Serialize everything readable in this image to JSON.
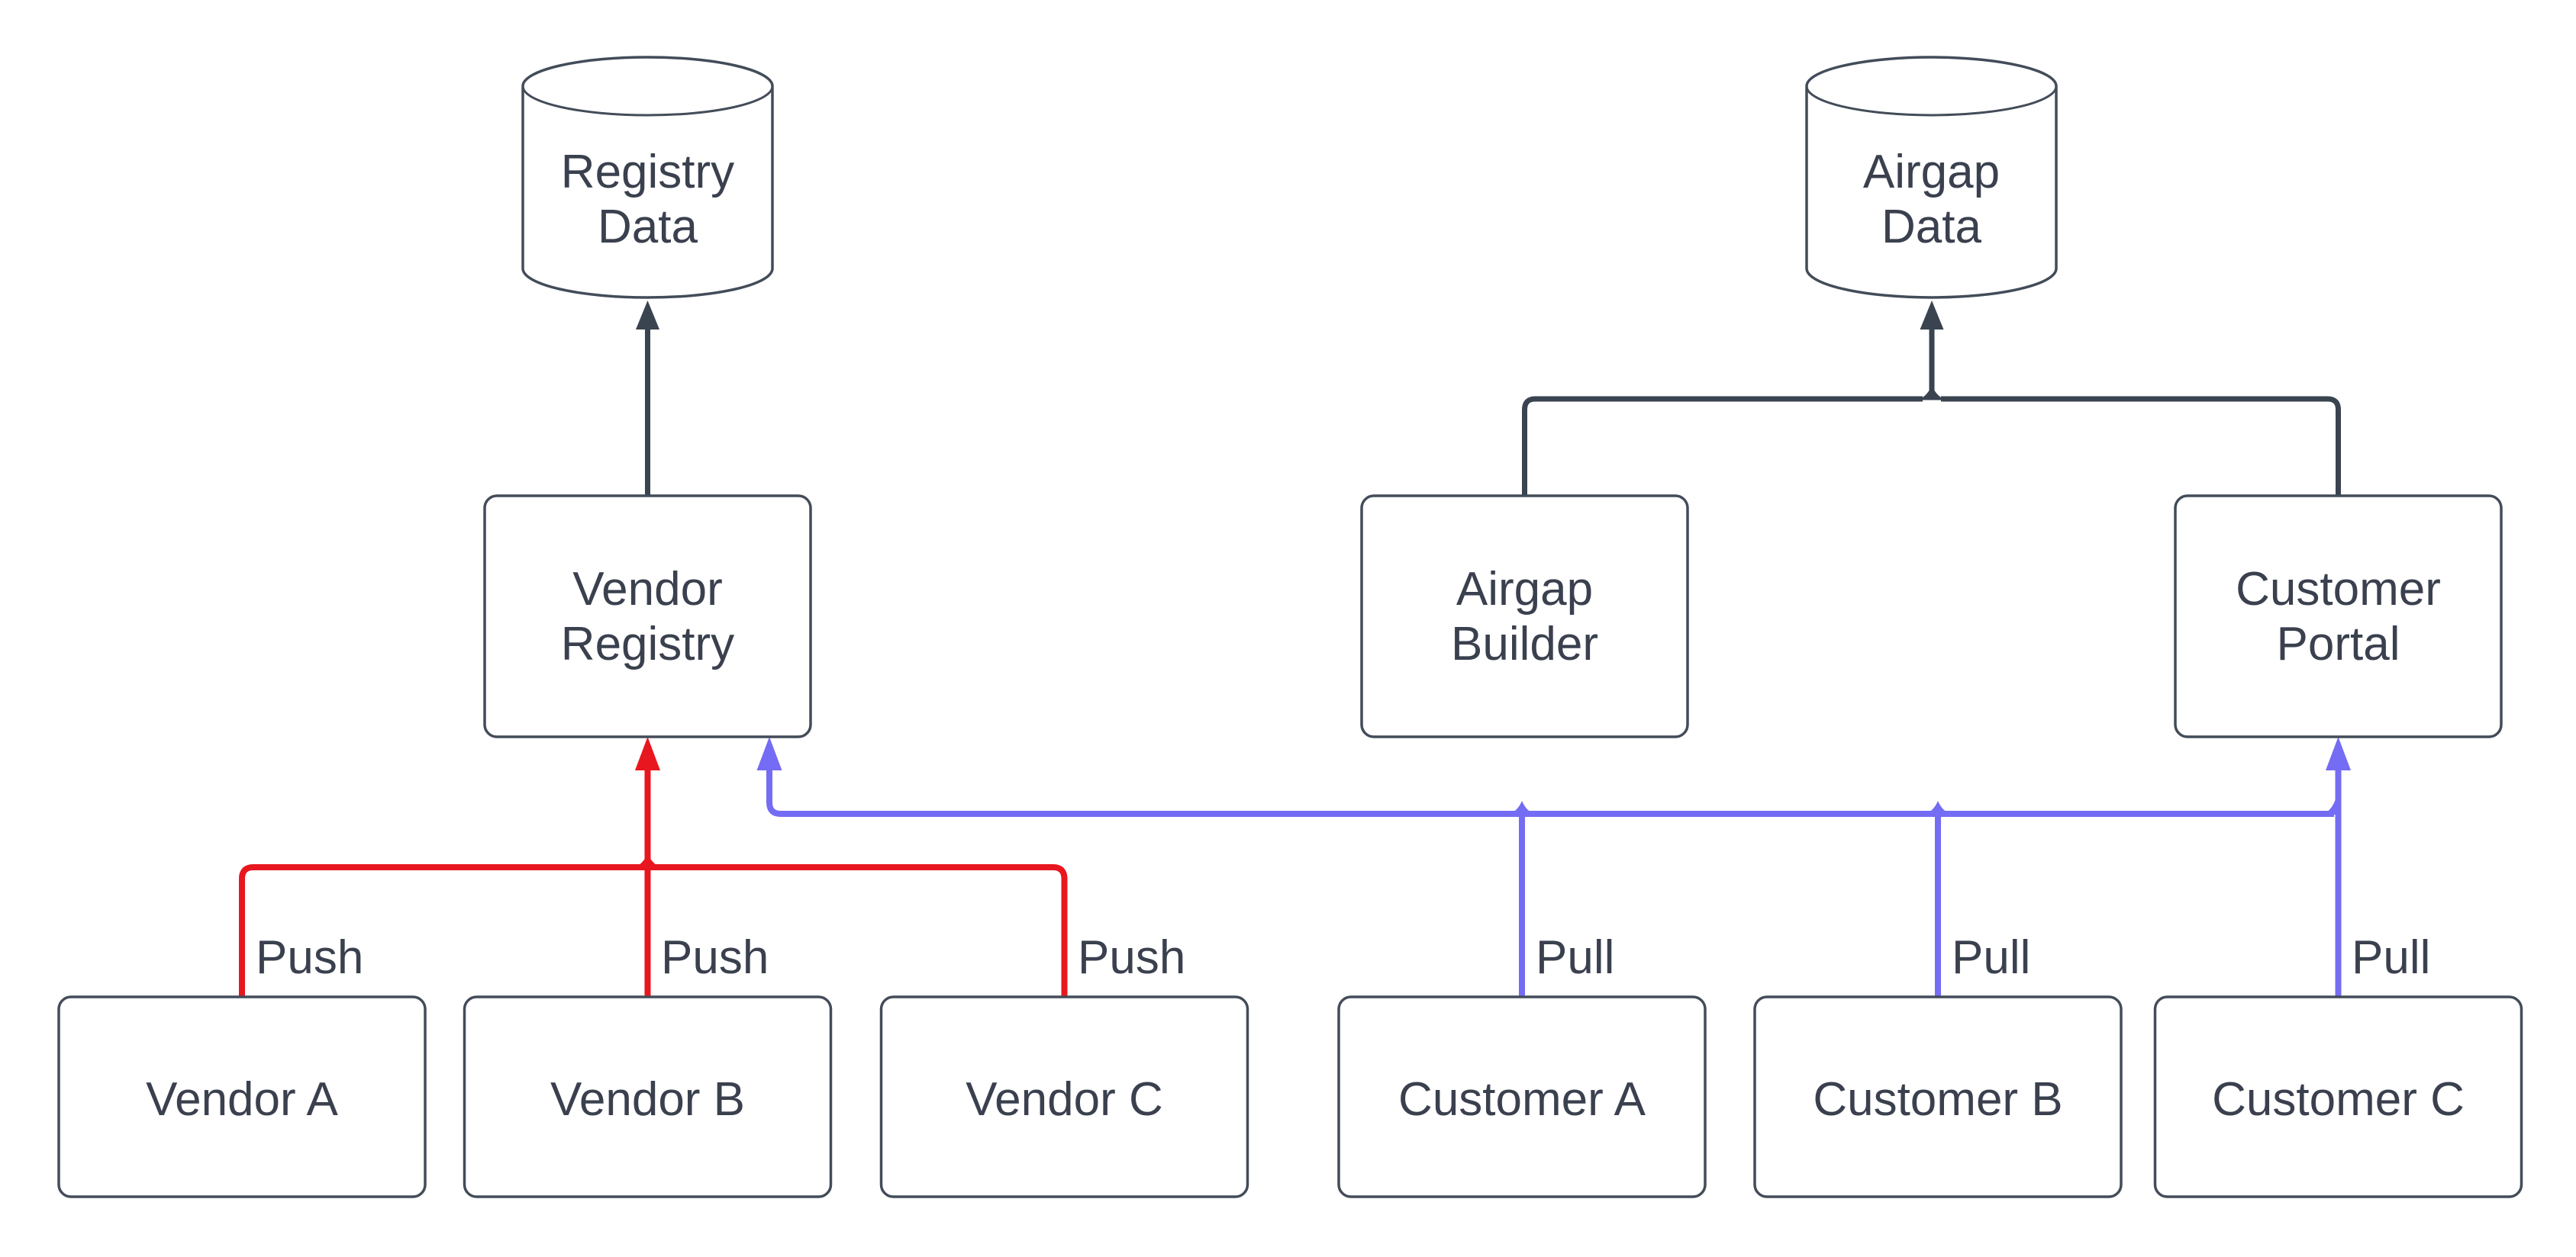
{
  "colors": {
    "background": "#ffffff",
    "node_fill": "#ffffff",
    "node_border": "#434c59",
    "text": "#3a404e",
    "dark_edge": "#3a4350",
    "push_edge": "#e8161e",
    "pull_edge": "#746cf4"
  },
  "nodes": {
    "registry_data": {
      "type": "datastore-cylinder",
      "lines": [
        "Registry",
        "Data"
      ]
    },
    "airgap_data": {
      "type": "datastore-cylinder",
      "lines": [
        "Airgap",
        "Data"
      ]
    },
    "vendor_registry": {
      "type": "box",
      "lines": [
        "Vendor",
        "Registry"
      ]
    },
    "airgap_builder": {
      "type": "box",
      "lines": [
        "Airgap",
        "Builder"
      ]
    },
    "customer_portal": {
      "type": "box",
      "lines": [
        "Customer",
        "Portal"
      ]
    },
    "vendor_a": {
      "type": "box",
      "label": "Vendor A"
    },
    "vendor_b": {
      "type": "box",
      "label": "Vendor B"
    },
    "vendor_c": {
      "type": "box",
      "label": "Vendor C"
    },
    "customer_a": {
      "type": "box",
      "label": "Customer A"
    },
    "customer_b": {
      "type": "box",
      "label": "Customer B"
    },
    "customer_c": {
      "type": "box",
      "label": "Customer C"
    }
  },
  "edges": [
    {
      "from": "Vendor Registry",
      "to": "Registry Data",
      "style": "dark"
    },
    {
      "from": "Airgap Builder",
      "to": "Airgap Data",
      "style": "dark"
    },
    {
      "from": "Customer Portal",
      "to": "Airgap Data",
      "style": "dark"
    },
    {
      "from": "Vendor A",
      "to": "Vendor Registry",
      "label": "Push",
      "style": "push"
    },
    {
      "from": "Vendor B",
      "to": "Vendor Registry",
      "label": "Push",
      "style": "push"
    },
    {
      "from": "Vendor C",
      "to": "Vendor Registry",
      "label": "Push",
      "style": "push"
    },
    {
      "from": "Customer A",
      "to": [
        "Vendor Registry",
        "Customer Portal"
      ],
      "label": "Pull",
      "style": "pull"
    },
    {
      "from": "Customer B",
      "to": [
        "Vendor Registry",
        "Customer Portal"
      ],
      "label": "Pull",
      "style": "pull"
    },
    {
      "from": "Customer C",
      "to": [
        "Vendor Registry",
        "Customer Portal"
      ],
      "label": "Pull",
      "style": "pull"
    }
  ]
}
